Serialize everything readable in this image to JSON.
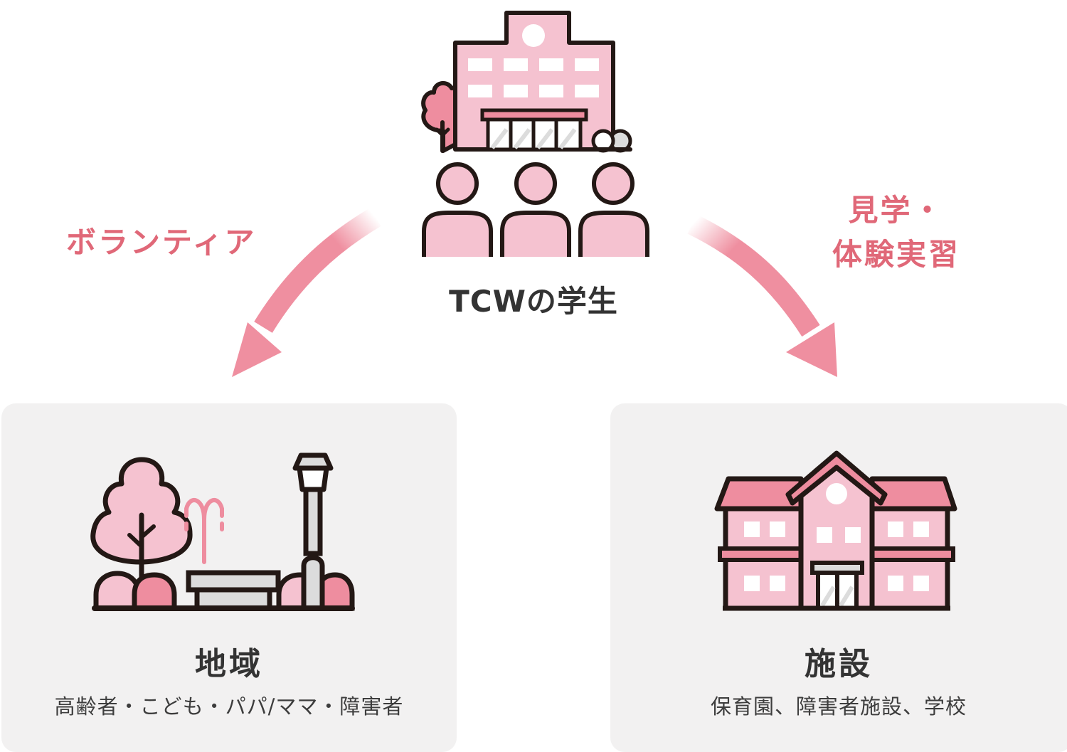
{
  "center": {
    "label": "TCWの学生",
    "icon": "school-building-with-students-icon"
  },
  "flows": [
    {
      "label": "ボランティア",
      "direction": "to-left",
      "icon": "curved-arrow-down-left-icon"
    },
    {
      "label_line1": "見学・",
      "label_line2": "体験実習",
      "direction": "to-right",
      "icon": "curved-arrow-down-right-icon"
    }
  ],
  "cards": [
    {
      "title": "地域",
      "subtitle": "高齢者・こども・パパ/ママ・障害者",
      "icon": "park-icon"
    },
    {
      "title": "施設",
      "subtitle": "保育園、障害者施設、学校",
      "icon": "facility-building-icon"
    }
  ],
  "colors": {
    "accent_text": "#e06878",
    "arrow": "#ef8fa0",
    "fill_pink": "#f5c2d0",
    "fill_dark_pink": "#ee8d9f",
    "outline": "#231815",
    "card_bg": "#f2f1f1",
    "text": "#333333"
  }
}
